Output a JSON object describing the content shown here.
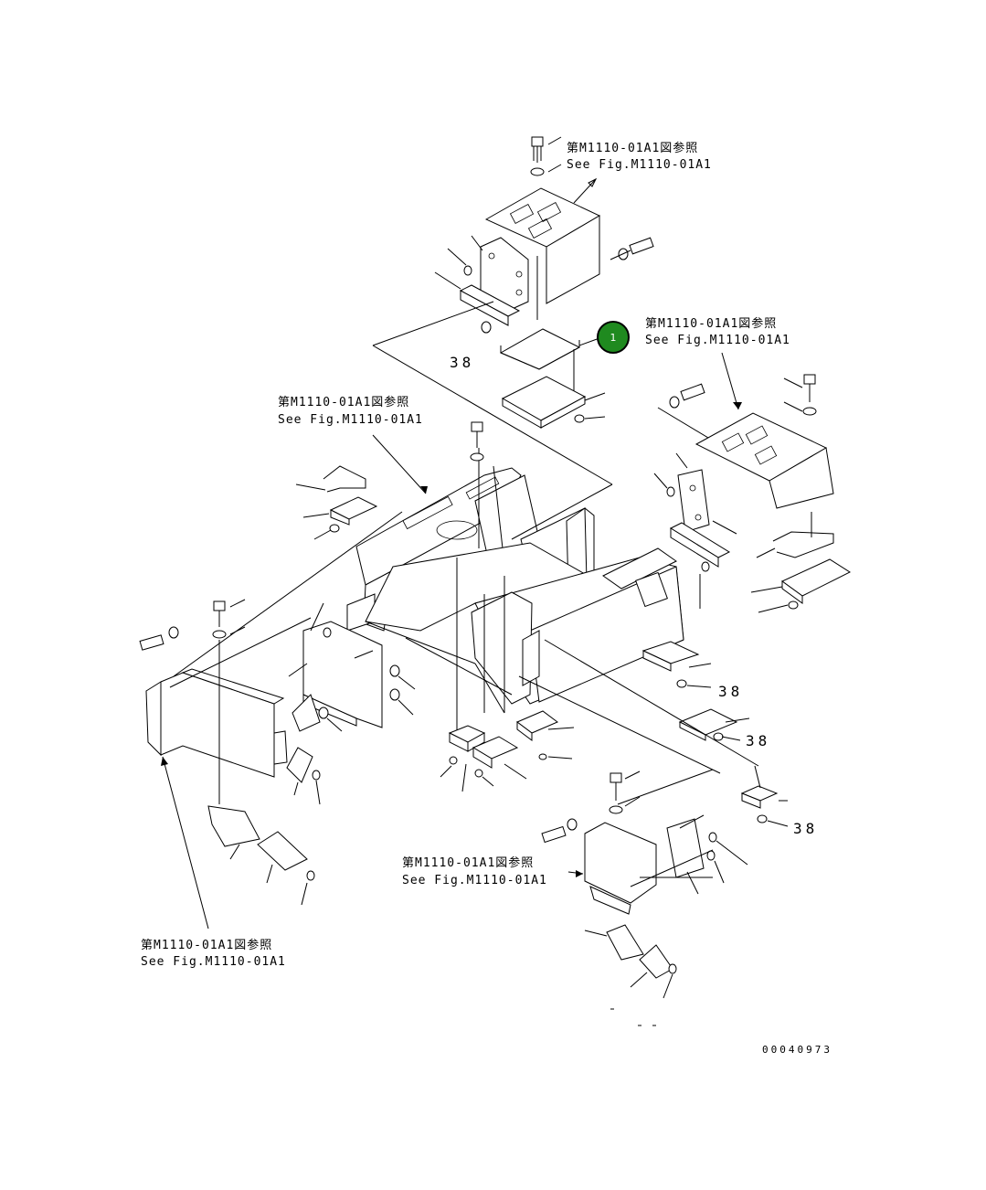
{
  "references": [
    {
      "jp": "第M1110-01A1図参照",
      "en": "See Fig.M1110-01A1"
    },
    {
      "jp": "第M1110-01A1図参照",
      "en": "See Fig.M1110-01A1"
    },
    {
      "jp": "第M1110-01A1図参照",
      "en": "See Fig.M1110-01A1"
    },
    {
      "jp": "第M1110-01A1図参照",
      "en": "See Fig.M1110-01A1"
    },
    {
      "jp": "第M1110-01A1図参照",
      "en": "See Fig.M1110-01A1"
    }
  ],
  "part_labels": [
    "38",
    "38",
    "38",
    "38"
  ],
  "callout": {
    "number": "1",
    "color": "#1f8a1f"
  },
  "drawing_number": "00040973"
}
